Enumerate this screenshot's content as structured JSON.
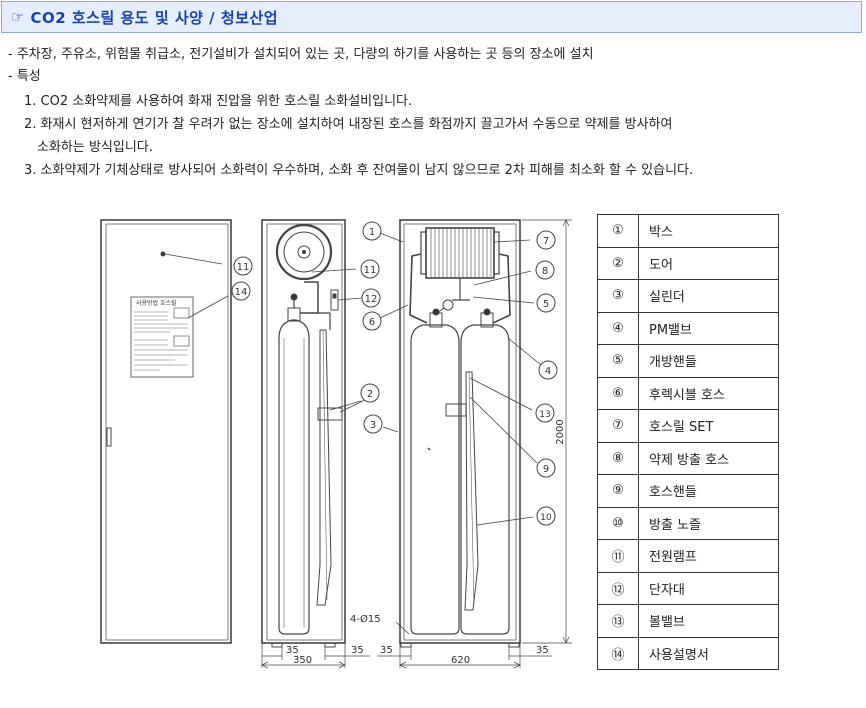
{
  "header": {
    "icon": "pointing-hand-icon",
    "hand_glyph": "☞",
    "title": "CO2 호스릴 용도 및 사양 / 청보산업",
    "title_color": "#1a43a8",
    "background": "#e6eefb"
  },
  "intro": {
    "usage_line": "- 주차장, 주유소, 위험물 취급소, 전기설비가 설치되어 있는 곳, 다량의 하기를 사용하는 곳 등의 장소에 설치",
    "features_heading": "- 특성"
  },
  "features": [
    {
      "text": "1. CO2 소화약제를 사용하여 화재 진압을 위한 호스릴 소화설비입니다."
    },
    {
      "text": "2. 화재시 현저하게 연기가 찰 우려가 없는 장소에 설치하여 내장된 호스를 화점까지 끌고가서 수동으로 약제를 방사하여",
      "cont": "소화하는 방식입니다."
    },
    {
      "text": "3. 소화약제가 기체상태로 방사되어 소화력이 우수하며, 소화 후 잔여물이 남지 않으므로 2차 피해를 최소화 할 수 있습니다."
    }
  ],
  "drawing": {
    "dims": {
      "d350": "350",
      "d35a": "35",
      "d35b": "35",
      "d35c": "35",
      "d35d": "35",
      "d620": "620",
      "d2000": "2000",
      "holes": "4-Ø15"
    },
    "callouts": {
      "c1": "1",
      "c2": "2",
      "c3": "3",
      "c4": "4",
      "c5": "5",
      "c6": "6",
      "c7": "7",
      "c8": "8",
      "c9": "9",
      "c10": "10",
      "c11a": "11",
      "c11b": "11",
      "c12": "12",
      "c13": "13",
      "c14": "14"
    },
    "manual_plate": {
      "title": "사용방법 호스릴"
    }
  },
  "legend": [
    {
      "num": "①",
      "label": "박스"
    },
    {
      "num": "②",
      "label": "도어"
    },
    {
      "num": "③",
      "label": "실린더"
    },
    {
      "num": "④",
      "label": "PM밸브"
    },
    {
      "num": "⑤",
      "label": "개방핸들"
    },
    {
      "num": "⑥",
      "label": "후렉시블 호스"
    },
    {
      "num": "⑦",
      "label": "호스릴 SET"
    },
    {
      "num": "⑧",
      "label": "약제 방출 호스"
    },
    {
      "num": "⑨",
      "label": "호스핸들"
    },
    {
      "num": "⑩",
      "label": "방출 노즐"
    },
    {
      "num": "⑪",
      "label": "전원램프"
    },
    {
      "num": "⑫",
      "label": "단자대"
    },
    {
      "num": "⑬",
      "label": "볼밸브"
    },
    {
      "num": "⑭",
      "label": "사용설명서"
    }
  ]
}
